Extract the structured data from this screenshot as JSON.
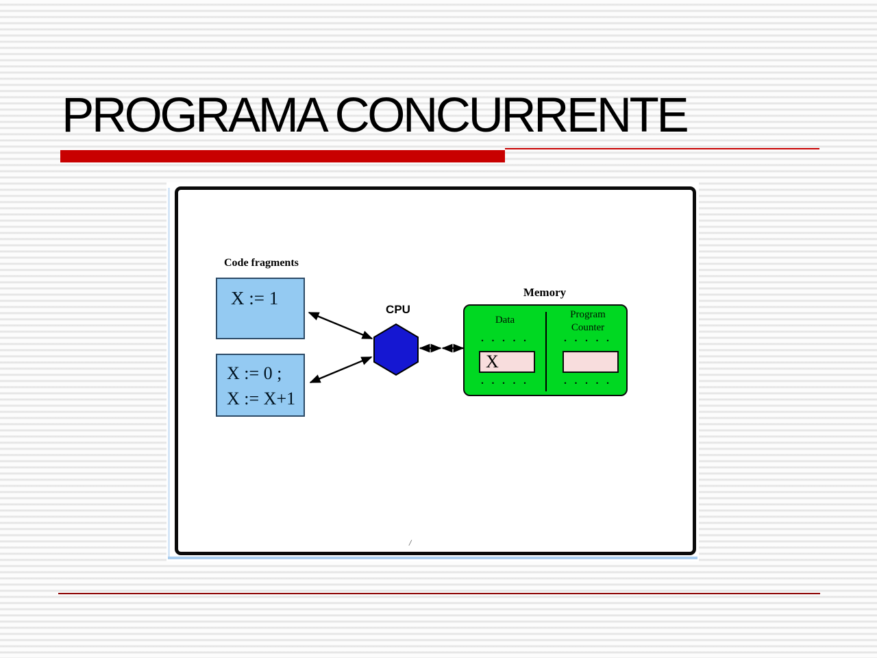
{
  "slide": {
    "title": "PROGRAMA CONCURRENTE",
    "accent_bar_color": "#c80000",
    "bottom_rule_color": "#8b0000"
  },
  "diagram": {
    "code_fragments_label": "Code fragments",
    "code_box_1": {
      "line1": "X := 1"
    },
    "code_box_2": {
      "line1": "X := 0 ;",
      "line2": "X := X+1"
    },
    "cpu_label": "CPU",
    "memory_label": "Memory",
    "memory": {
      "data_label": "Data",
      "pc_label_line1": "Program",
      "pc_label_line2": "Counter",
      "dots_row": ". . . . .",
      "data_cell_value": "X",
      "pc_cell_value": ""
    },
    "footnote_mark": "/",
    "colors": {
      "code_box_fill": "#94caf2",
      "cpu_fill": "#1517d2",
      "memory_fill": "#00d822",
      "cell_fill": "#f8dddd",
      "stripe_gray": "#e2e2e2"
    }
  }
}
